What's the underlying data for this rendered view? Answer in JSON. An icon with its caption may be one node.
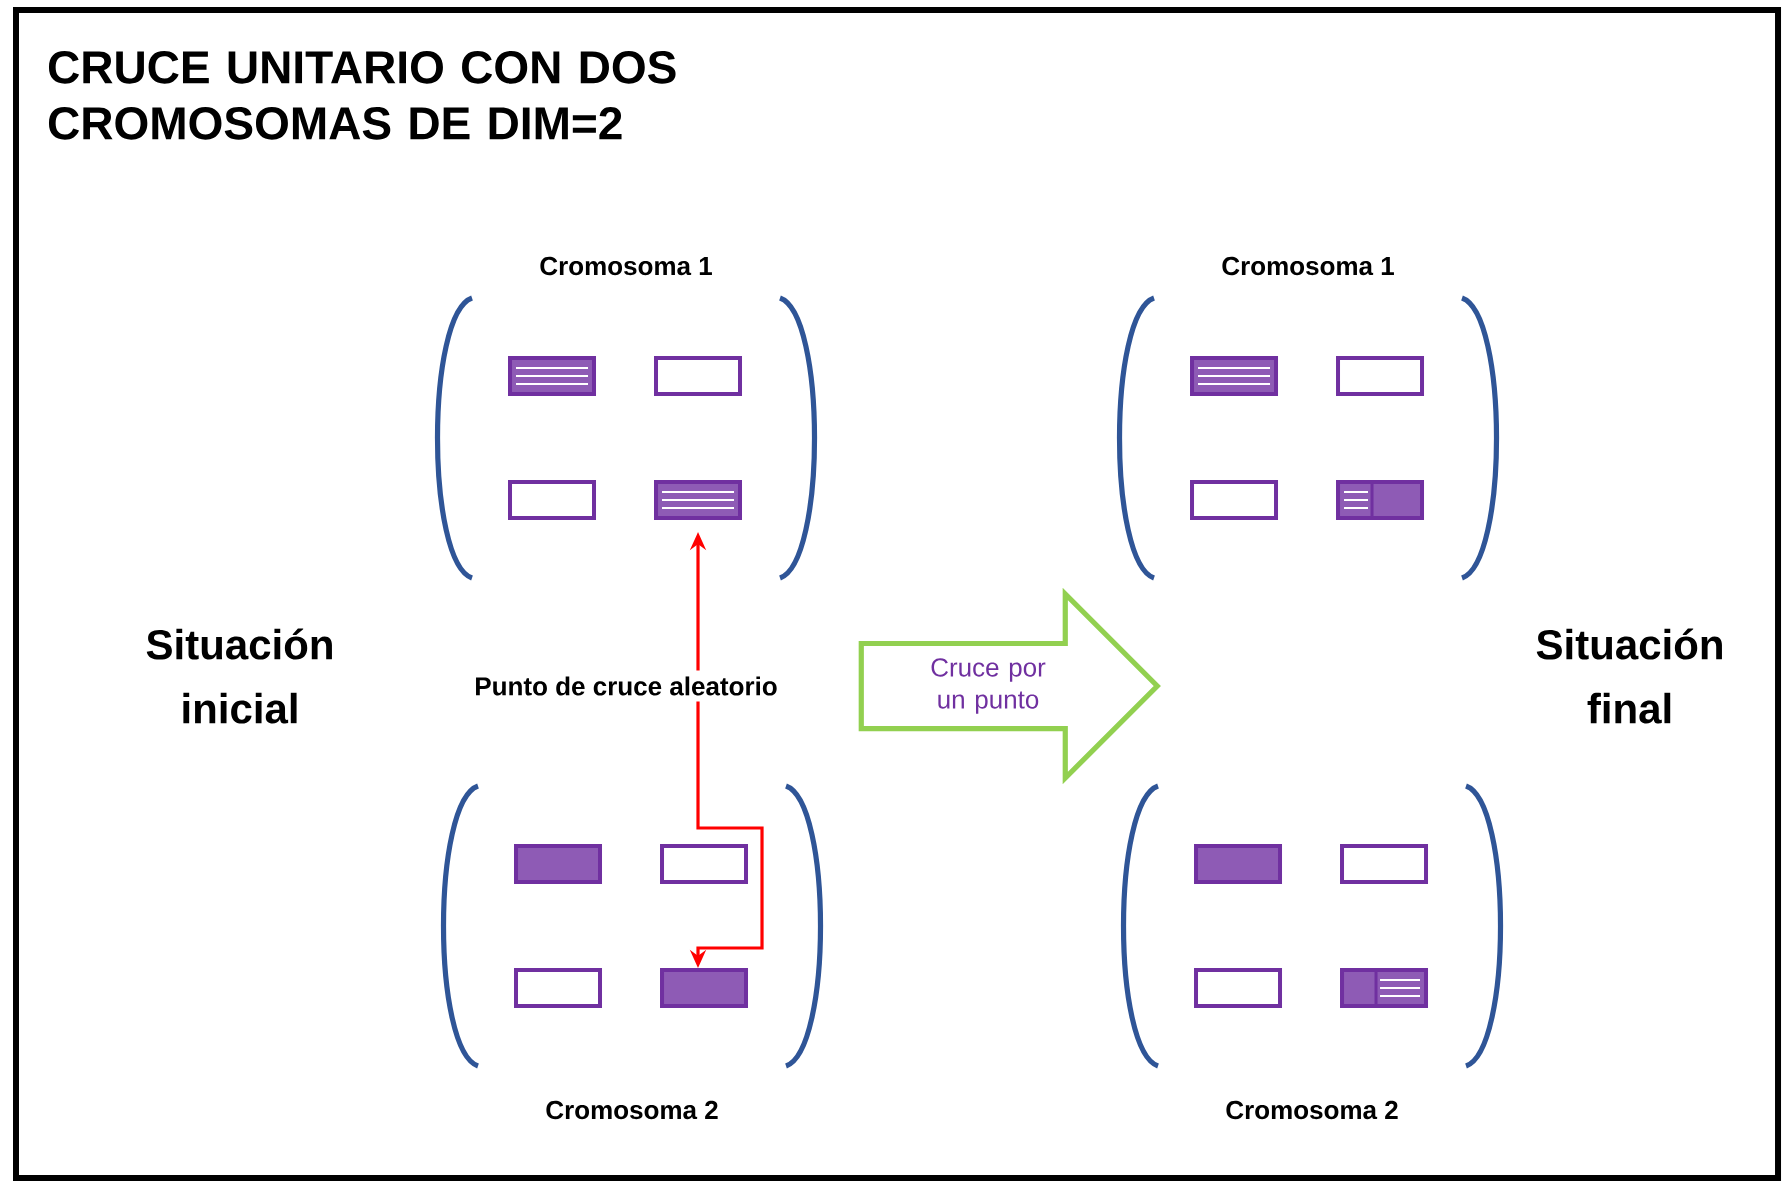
{
  "diagram": {
    "title": "CRUCE UNITARIO CON DOS CROMOSOMAS DE DIM=2",
    "nodes": [
      {
        "text": [
          "Cromosoma 1"
        ]
      },
      {
        "text": [],
        "shape": "box",
        "in": 0
      },
      {
        "text": [],
        "shape": "box",
        "in": 0
      },
      {
        "text": [],
        "shape": "box",
        "in": 0
      },
      {
        "text": [],
        "shape": "box",
        "in": 0
      },
      {
        "text": [
          "Cromosoma 1"
        ]
      },
      {
        "text": [],
        "shape": "box",
        "in": 5
      },
      {
        "text": [],
        "shape": "box",
        "in": 5
      },
      {
        "text": [],
        "shape": "box",
        "in": 5
      },
      {
        "text": [],
        "shape": "box",
        "in": 5
      },
      {
        "text": [
          "Cruce por un punto"
        ]
      },
      {
        "text": [
          "Cromosoma 2"
        ]
      },
      {
        "text": [],
        "shape": "box",
        "in": 11
      },
      {
        "text": [],
        "shape": "box",
        "in": 11
      },
      {
        "text": [],
        "shape": "box",
        "in": 11
      },
      {
        "text": [],
        "shape": "box",
        "in": 11
      },
      {
        "text": [
          "Cromosoma 2"
        ]
      },
      {
        "text": [],
        "shape": "box",
        "in": 16
      },
      {
        "text": [],
        "shape": "box",
        "in": 16
      },
      {
        "text": [],
        "shape": "box",
        "in": 16
      },
      {
        "text": [],
        "shape": "box",
        "in": 16
      }
    ],
    "edges": [
      {
        "from": 4,
        "to": 15,
        "arrow": "both",
        "color": "#ff0000",
        "label": "Punto de cruce aleatorio"
      }
    ],
    "labels": [
      "Situación inicial",
      "Situación final"
    ]
  }
}
